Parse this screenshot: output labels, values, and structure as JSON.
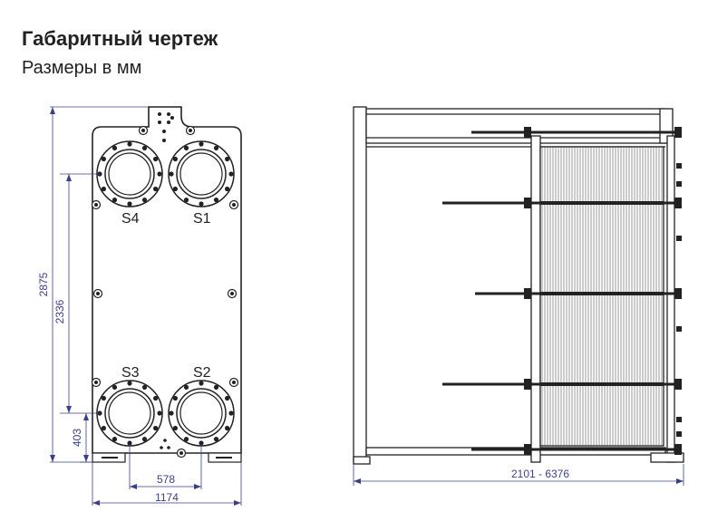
{
  "header": {
    "title": "Габаритный чертеж",
    "subtitle": "Размеры в мм"
  },
  "front_view": {
    "ports": {
      "s1": "S1",
      "s2": "S2",
      "s3": "S3",
      "s4": "S4"
    },
    "dimensions": {
      "total_height": "2875",
      "port_spacing": "2336",
      "port_height": "403",
      "port_width": "578",
      "total_width": "1174"
    }
  },
  "side_view": {
    "dimensions": {
      "length": "2101 - 6376"
    }
  },
  "colors": {
    "dimension_text": "#3a3f8a",
    "line": "#222222"
  }
}
